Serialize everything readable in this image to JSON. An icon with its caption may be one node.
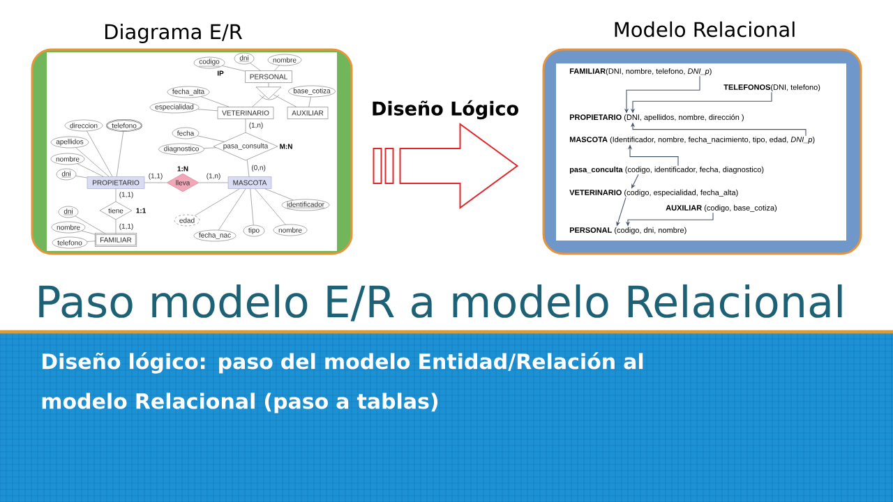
{
  "diagram": {
    "title": "Paso modelo E/R a modelo Relacional",
    "caption": "Diseño lógico: paso del modelo Entidad/Relación al modelo Relacional (paso a tablas)",
    "nodes": [
      {
        "text": [
          "Diagrama E/R"
        ]
      },
      {
        "text": [
          "codigo"
        ],
        "in": 0,
        "beside": [
          "IP"
        ]
      },
      {
        "text": [
          "dni"
        ],
        "in": 0
      },
      {
        "text": [
          "nombre"
        ],
        "in": 0
      },
      {
        "text": [
          "PERSONAL"
        ],
        "in": 0
      },
      {
        "text": [],
        "shape": "triangle",
        "in": 0
      },
      {
        "text": [
          "base_cotiza"
        ],
        "in": 0
      },
      {
        "text": [
          "fecha_alta"
        ],
        "in": 0
      },
      {
        "text": [
          "especialidad"
        ],
        "in": 0
      },
      {
        "text": [
          "VETERINARIO"
        ],
        "in": 0
      },
      {
        "text": [
          "AUXILIAR"
        ],
        "in": 0
      },
      {
        "text": [
          "direccion"
        ],
        "in": 0
      },
      {
        "text": [
          "telefono"
        ],
        "in": 0
      },
      {
        "text": [
          "fecha"
        ],
        "in": 0
      },
      {
        "text": [
          "apellidos"
        ],
        "in": 0
      },
      {
        "text": [
          "pasa_consulta"
        ],
        "in": 0,
        "beside": [
          "M:N"
        ]
      },
      {
        "text": [
          "diagnostico"
        ],
        "in": 0
      },
      {
        "text": [
          "nombre"
        ],
        "in": 0
      },
      {
        "text": [
          "dni"
        ],
        "in": 0
      },
      {
        "text": [
          "PROPIETARIO"
        ],
        "in": 0
      },
      {
        "text": [
          "lleva"
        ],
        "in": 0,
        "beside": [
          "1:N"
        ]
      },
      {
        "text": [
          "MASCOTA"
        ],
        "in": 0
      },
      {
        "text": [
          "identificador"
        ],
        "in": 0
      },
      {
        "text": [
          "tiene"
        ],
        "in": 0,
        "beside": [
          "1:1"
        ]
      },
      {
        "text": [
          "dni"
        ],
        "in": 0
      },
      {
        "text": [
          "edad"
        ],
        "in": 0
      },
      {
        "text": [
          "tipo"
        ],
        "in": 0
      },
      {
        "text": [
          "nombre"
        ],
        "in": 0
      },
      {
        "text": [
          "fecha_nac"
        ],
        "in": 0
      },
      {
        "text": [
          "nombre"
        ],
        "in": 0
      },
      {
        "text": [
          "FAMILIAR"
        ],
        "in": 0
      },
      {
        "text": [
          "telefono"
        ],
        "in": 0
      },
      {
        "text": [
          "Modelo Relacional"
        ]
      },
      {
        "text": [
          "**FAMILIAR**(DNI, nombre, telefono, *DNI_p*)"
        ],
        "in": 32
      },
      {
        "text": [
          "**TELEFONOS**(DNI, telefono)"
        ],
        "in": 32
      },
      {
        "text": [
          "**PROPIETARIO** (DNI, apellidos, nombre, dirección )"
        ],
        "in": 32
      },
      {
        "text": [
          "**MASCOTA** (Identificador, nombre, fecha_nacimiento, tipo, edad, *DNI_p*)"
        ],
        "in": 32
      },
      {
        "text": [
          "**pasa_conculta** (codigo, identificador, fecha, diagnostico)"
        ],
        "in": 32
      },
      {
        "text": [
          "**VETERINARIO** (codigo, especialidad, fecha_alta)"
        ],
        "in": 32
      },
      {
        "text": [
          "**AUXILIAR** (codigo, base_cotiza)"
        ],
        "in": 32
      },
      {
        "text": [
          "**PERSONAL** (codigo, dni, nombre)"
        ],
        "in": 32
      }
    ],
    "edges": [
      {
        "from": 0,
        "to": 32,
        "arrow": "to",
        "label": "Diseño Lógico"
      },
      {
        "from": 1,
        "to": 4,
        "arrow": "none"
      },
      {
        "from": 2,
        "to": 4,
        "arrow": "none"
      },
      {
        "from": 3,
        "to": 4,
        "arrow": "none"
      },
      {
        "from": 4,
        "to": 5,
        "arrow": "none"
      },
      {
        "from": 5,
        "to": 9,
        "arrow": "none"
      },
      {
        "from": 5,
        "to": 10,
        "arrow": "none"
      },
      {
        "from": 6,
        "to": 10,
        "arrow": "none"
      },
      {
        "from": 7,
        "to": 9,
        "arrow": "none"
      },
      {
        "from": 8,
        "to": 9,
        "arrow": "none"
      },
      {
        "from": 9,
        "to": 15,
        "arrow": "none",
        "label": "(1,n)"
      },
      {
        "from": 13,
        "to": 15,
        "arrow": "none"
      },
      {
        "from": 16,
        "to": 15,
        "arrow": "none"
      },
      {
        "from": 15,
        "to": 21,
        "arrow": "none",
        "label": "(0,n)"
      },
      {
        "from": 19,
        "to": 20,
        "arrow": "none",
        "label": "(1,1)"
      },
      {
        "from": 20,
        "to": 21,
        "arrow": "none",
        "label": "(1,n)"
      },
      {
        "from": 11,
        "to": 19,
        "arrow": "none"
      },
      {
        "from": 12,
        "to": 19,
        "arrow": "none"
      },
      {
        "from": 14,
        "to": 19,
        "arrow": "none"
      },
      {
        "from": 17,
        "to": 19,
        "arrow": "none"
      },
      {
        "from": 18,
        "to": 19,
        "arrow": "none"
      },
      {
        "from": 19,
        "to": 23,
        "arrow": "none",
        "label": "(1,1)"
      },
      {
        "from": 23,
        "to": 30,
        "arrow": "none",
        "label": "(1,1)"
      },
      {
        "from": 24,
        "to": 30,
        "arrow": "none"
      },
      {
        "from": 29,
        "to": 30,
        "arrow": "none"
      },
      {
        "from": 31,
        "to": 30,
        "arrow": "none"
      },
      {
        "from": 25,
        "to": 21,
        "arrow": "none"
      },
      {
        "from": 28,
        "to": 21,
        "arrow": "none"
      },
      {
        "from": 26,
        "to": 21,
        "arrow": "none"
      },
      {
        "from": 27,
        "to": 21,
        "arrow": "none"
      },
      {
        "from": 22,
        "to": 21,
        "arrow": "none"
      },
      {
        "from": 33,
        "to": 35,
        "arrow": "to"
      },
      {
        "from": 34,
        "to": 35,
        "arrow": "to"
      },
      {
        "from": 36,
        "to": 35,
        "arrow": "to"
      },
      {
        "from": 37,
        "to": 36,
        "arrow": "to"
      },
      {
        "from": 37,
        "to": 38,
        "arrow": "to"
      },
      {
        "from": 38,
        "to": 40,
        "arrow": "to"
      },
      {
        "from": 39,
        "to": 40,
        "arrow": "to"
      }
    ]
  }
}
